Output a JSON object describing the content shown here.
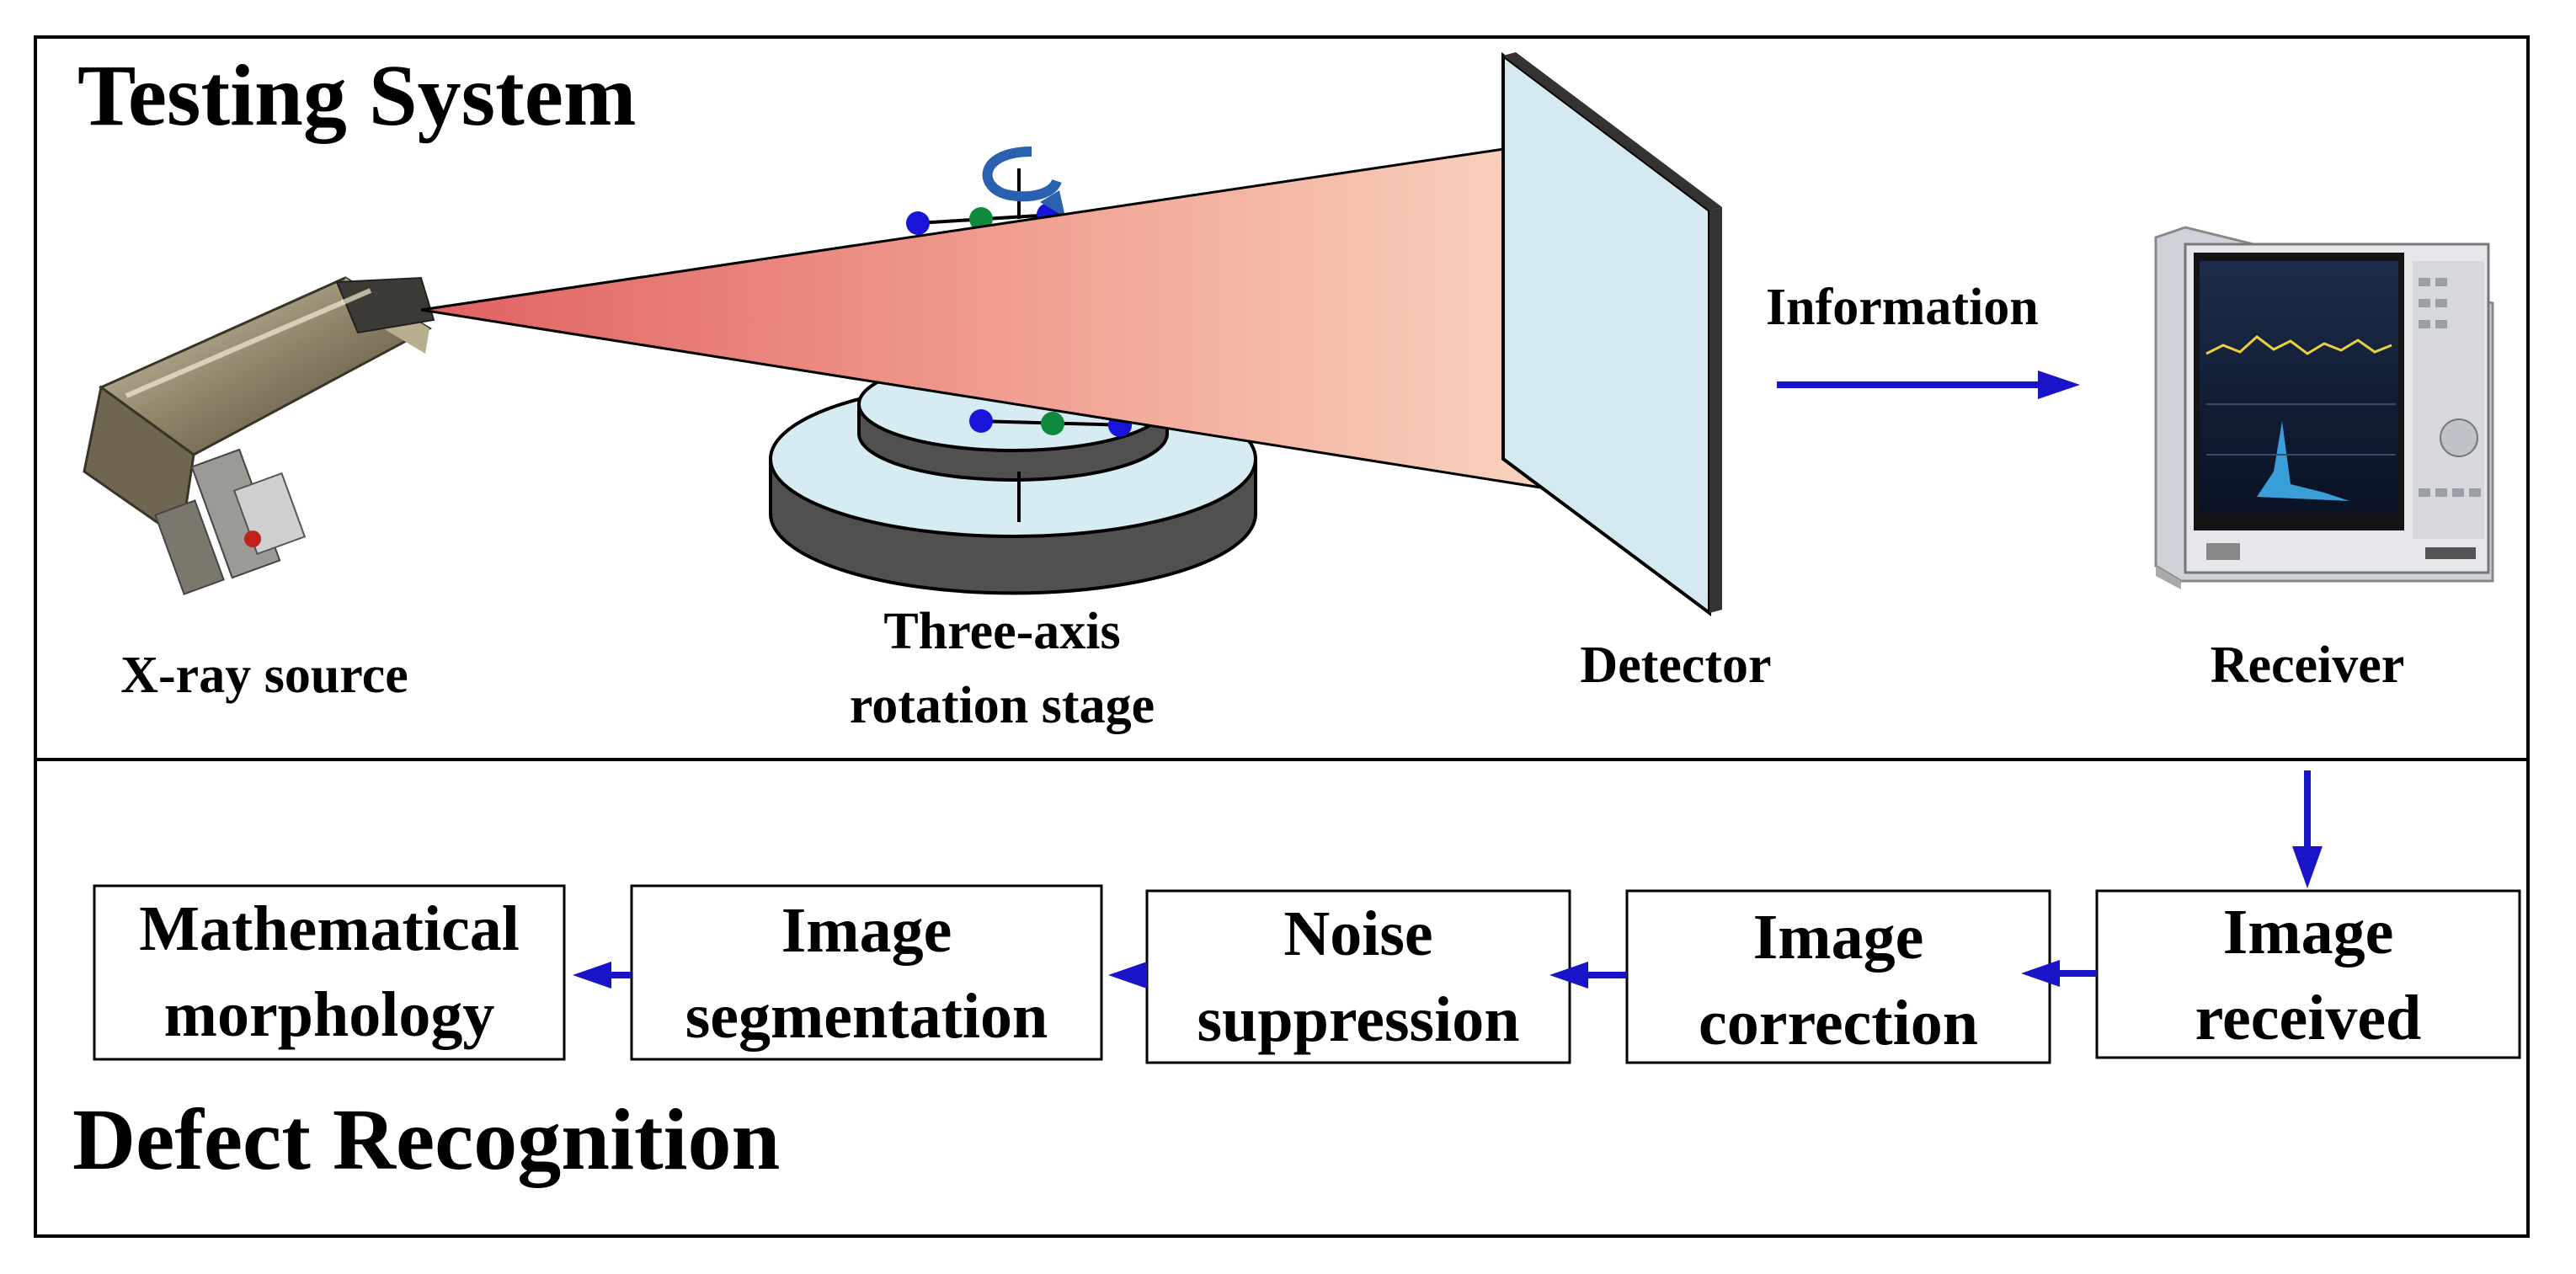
{
  "testing_system": {
    "title": "Testing System",
    "source_label": "X-ray source",
    "stage_label_line1": "Three-axis",
    "stage_label_line2": "rotation stage",
    "detector_label": "Detector",
    "information_label": "Information",
    "receiver_label": "Receiver"
  },
  "defect_recognition": {
    "title": "Defect Recognition",
    "steps": [
      {
        "line1": "Image",
        "line2": "received"
      },
      {
        "line1": "Image",
        "line2": "correction"
      },
      {
        "line1": "Noise",
        "line2": "suppression"
      },
      {
        "line1": "Image",
        "line2": "segmentation"
      },
      {
        "line1": "Mathematical",
        "line2": "morphology"
      }
    ]
  },
  "colors": {
    "arrow": "#1a14c8",
    "beam_start": "#e06666",
    "beam_end": "#f9dcc8",
    "detector_face": "#d5eaf0",
    "stage_top": "#d8ecf2",
    "stage_side": "#555555"
  },
  "icons": [
    "xray-source-device",
    "rotation-arrow-icon",
    "receiver-analyzer-device"
  ]
}
